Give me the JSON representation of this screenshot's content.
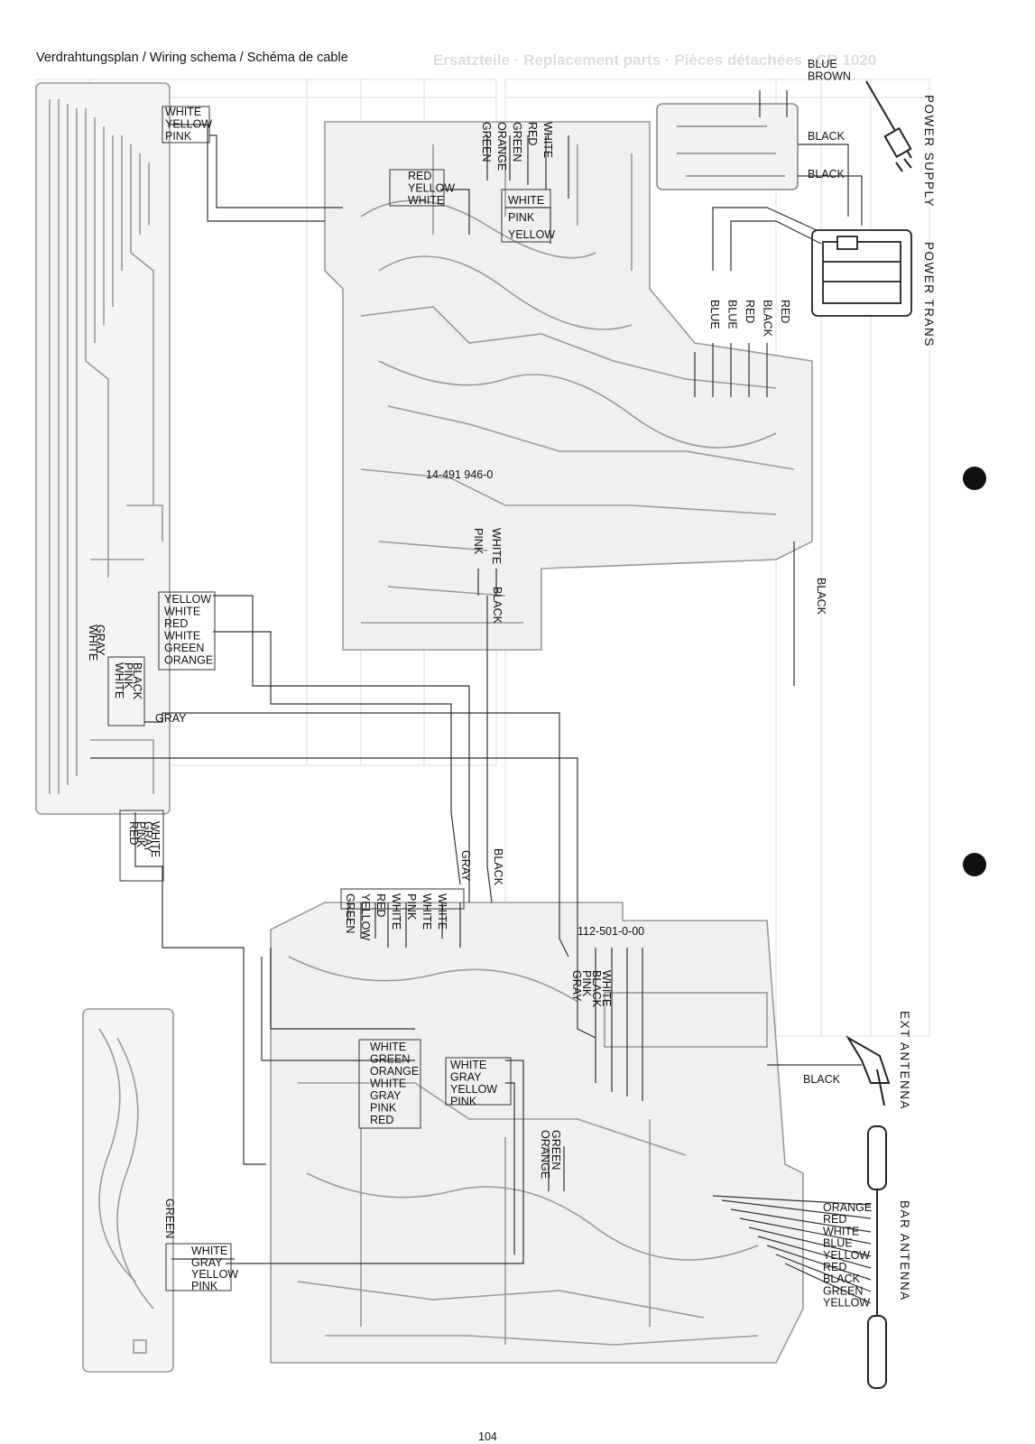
{
  "title": "Verdrahtungsplan / Wiring schema / Schéma de cable",
  "ghost_header": "Ersatzteile · Replacement parts · Pièces détachées · CR 1020",
  "side_labels": {
    "power_supply": "POWER SUPPLY",
    "power_trans": "POWER TRANS",
    "ext_antenna": "EXT ANTENNA",
    "bar_antenna": "BAR ANTENNA"
  },
  "wire_groups": {
    "panel_top": [
      "WHITE",
      "YELLOW",
      "PINK"
    ],
    "top_center_vertical": [
      "GREEN",
      "ORANGE",
      "GREEN",
      "RED",
      "WHITE"
    ],
    "upper_left": [
      "RED",
      "YELLOW",
      "WHITE"
    ],
    "upper_right": [
      "WHITE",
      "PINK",
      "YELLOW"
    ],
    "power_plug": [
      "BLUE",
      "BROWN"
    ],
    "power_black_1": "BLACK",
    "power_black_2": "BLACK",
    "transformer": [
      "BLUE",
      "BLUE",
      "RED",
      "BLACK",
      "RED"
    ],
    "mid_vertical": [
      "PINK",
      "WHITE"
    ],
    "mid_black": "BLACK",
    "right_black": "BLACK",
    "panel_mid": [
      "YELLOW",
      "WHITE",
      "RED",
      "WHITE",
      "GREEN",
      "ORANGE"
    ],
    "panel_left_vertical": [
      "WHITE",
      "GRAY"
    ],
    "panel_small_vertical": [
      "WHITE",
      "PINK",
      "BLACK"
    ],
    "panel_gray": "GRAY",
    "panel_bottom": [
      "WHITE",
      "GRAY",
      "PINK",
      "RED"
    ],
    "long_gray": "GRAY",
    "long_black": "BLACK",
    "lower_vertical": [
      "GREEN",
      "YELLOW",
      "RED",
      "WHITE",
      "PINK",
      "WHITE",
      "WHITE"
    ],
    "lower_left": [
      "WHITE",
      "GREEN",
      "ORANGE",
      "WHITE",
      "GRAY",
      "PINK",
      "RED"
    ],
    "lower_right": [
      "WHITE",
      "GRAY",
      "YELLOW",
      "PINK"
    ],
    "right_vertical": [
      "GRAY",
      "PINK",
      "BLACK",
      "WHITE"
    ],
    "ext_black": "BLACK",
    "orange_green": [
      "ORANGE",
      "GREEN"
    ],
    "dial_green": "GREEN",
    "dial_wires": [
      "WHITE",
      "GRAY",
      "YELLOW",
      "PINK"
    ],
    "bar_antenna": [
      "ORANGE",
      "RED",
      "WHITE",
      "BLUE",
      "YELLOW",
      "RED",
      "BLACK",
      "GREEN",
      "YELLOW"
    ]
  },
  "board_marks": {
    "upper_board": "14-491 946-0",
    "lower_board": "112-501-0-00"
  },
  "page_number": "104"
}
